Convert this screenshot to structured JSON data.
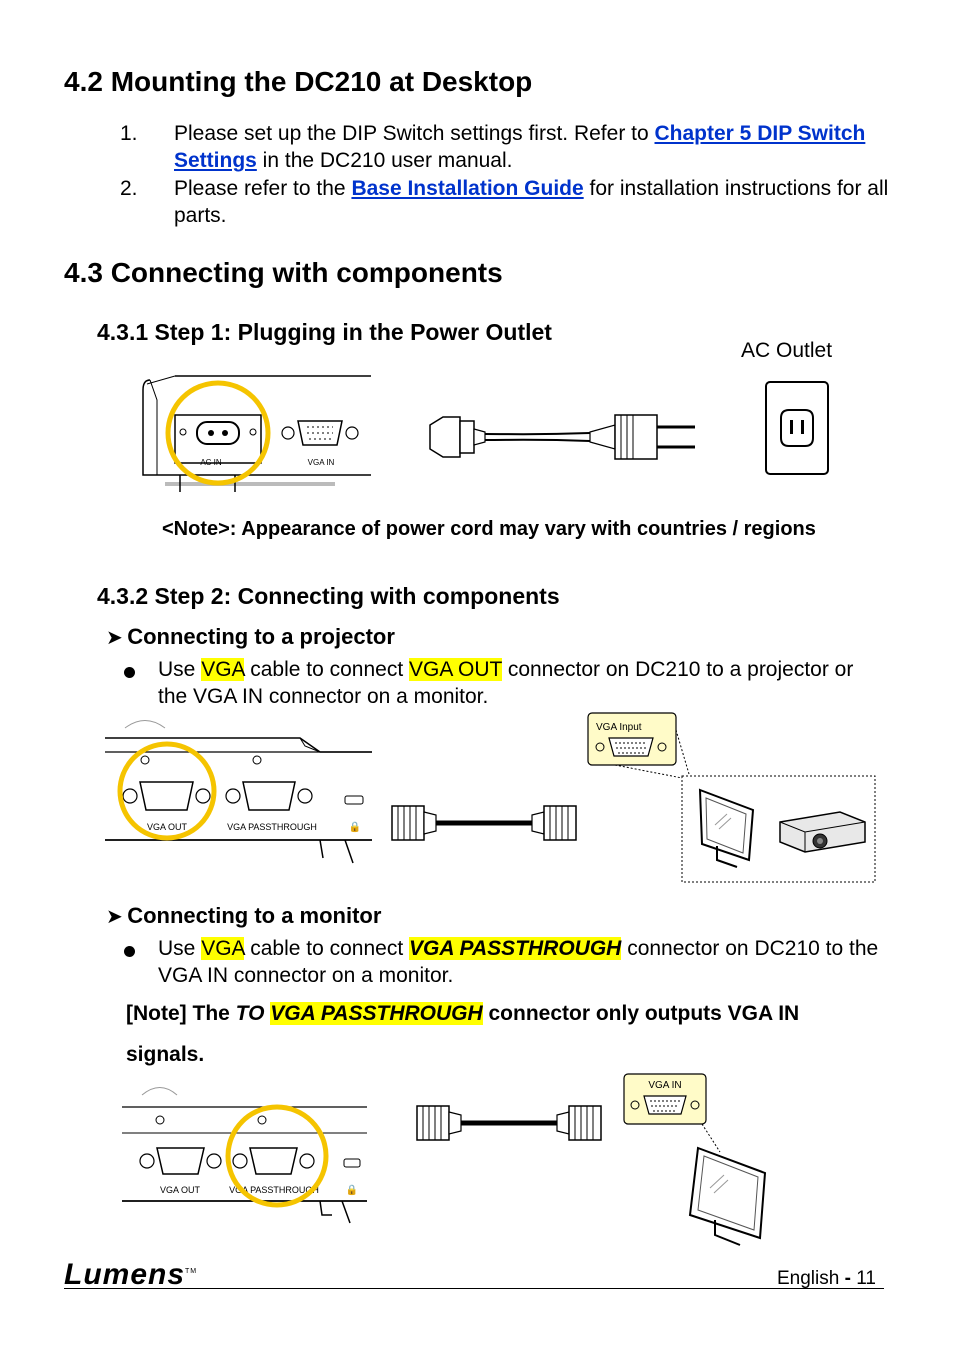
{
  "sec42": {
    "title": "4.2 Mounting the DC210 at Desktop",
    "item1": {
      "num": "1.",
      "pre": "Please set up the DIP Switch settings first. Refer to ",
      "link": "Chapter 5 DIP Switch Settings",
      "post": " in the DC210 user manual."
    },
    "item2": {
      "num": "2.",
      "pre": "Please refer to the ",
      "link": "Base Installation Guide",
      "post": " for installation instructions for all parts."
    }
  },
  "sec43": {
    "title": "4.3 Connecting with components",
    "step1": {
      "title": "4.3.1 Step 1: Plugging in the Power Outlet",
      "outlet_label": "AC Outlet",
      "port_ac": "AC IN",
      "port_vga": "VGA IN",
      "note": "<Note>: Appearance of power cord may vary with countries / regions"
    },
    "step2": {
      "title": "4.3.2 Step 2: Connecting with components",
      "projector": {
        "heading": "Connecting to a projector",
        "b1": "Use ",
        "b2": "VGA",
        "b3": " cable to connect ",
        "b4": "VGA OUT",
        "b5": " connector on DC210 to a projector or the VGA IN connector on a monitor.",
        "port_out": "VGA OUT",
        "port_pass": "VGA PASSTHROUGH",
        "callout": "VGA Input"
      },
      "monitor": {
        "heading": "Connecting to a monitor",
        "b1": "Use ",
        "b2": "VGA",
        "b3": " cable to connect ",
        "b4": "VGA PASSTHROUGH",
        "b5": " connector on DC210 to the VGA IN connector on a monitor.",
        "note1": "[Note] The ",
        "note2": "TO",
        "note3": "VGA PASSTHROUGH",
        "note4": " connector only outputs VGA IN signals.",
        "port_out": "VGA OUT",
        "port_pass": "VGA PASSTHROUGH",
        "callout": "VGA IN"
      }
    }
  },
  "footer": {
    "logo": "Lumens",
    "tm": "TM",
    "lang": "English",
    "sep": "-",
    "page": "11"
  },
  "colors": {
    "highlight": "#ffff00",
    "circle": "#f5c400",
    "link": "#0033cc"
  },
  "icons": {
    "arrow": "arrow-right-icon",
    "bullet": "bullet-icon"
  }
}
